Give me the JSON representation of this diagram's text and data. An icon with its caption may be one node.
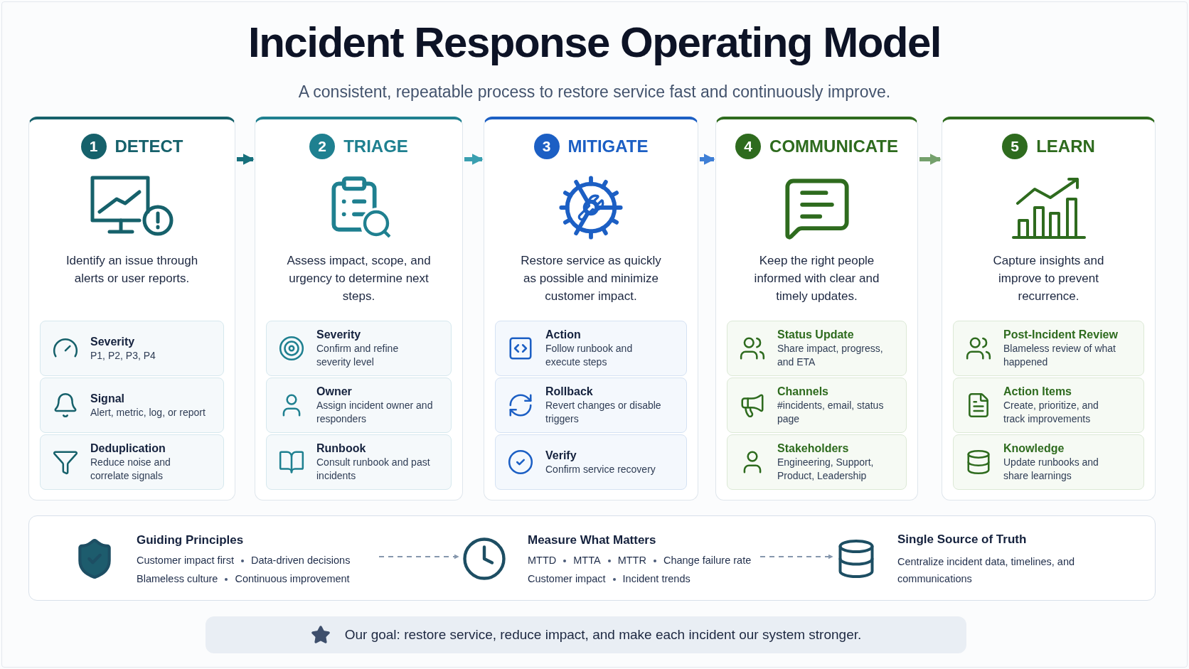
{
  "diagram": {
    "title": "Incident Response Operating Model",
    "caption": "A consistent, repeatable process to restore service fast and continuously improve.",
    "nodes": [
      {
        "text": [
          "1",
          "DETECT",
          "Identify an issue through alerts or user reports."
        ]
      },
      {
        "text": [
          "Severity",
          "P1, P2, P3, P4"
        ],
        "in": 0
      },
      {
        "text": [
          "Signal",
          "Alert, metric, log, or report"
        ],
        "in": 0
      },
      {
        "text": [
          "Deduplication",
          "Reduce noise and correlate signals"
        ],
        "in": 0
      },
      {
        "text": [
          "2",
          "TRIAGE",
          "Assess impact, scope, and urgency to determine next steps."
        ]
      },
      {
        "text": [
          "Severity",
          "Confirm and refine severity level"
        ],
        "in": 4
      },
      {
        "text": [
          "Owner",
          "Assign incident owner and responders"
        ],
        "in": 4
      },
      {
        "text": [
          "Runbook",
          "Consult runbook and past incidents"
        ],
        "in": 4
      },
      {
        "text": [
          "3",
          "MITIGATE",
          "Restore service as quickly as possible and minimize customer impact."
        ]
      },
      {
        "text": [
          "Action",
          "Follow runbook and execute steps"
        ],
        "in": 8
      },
      {
        "text": [
          "Rollback",
          "Revert changes or disable triggers"
        ],
        "in": 8
      },
      {
        "text": [
          "Verify",
          "Confirm service recovery"
        ],
        "in": 8
      },
      {
        "text": [
          "4",
          "COMMUNICATE",
          "Keep the right people informed with clear and timely updates."
        ]
      },
      {
        "text": [
          "Status Update",
          "Share impact, progress, and ETA"
        ],
        "in": 12
      },
      {
        "text": [
          "Channels",
          "#incidents, email, status page"
        ],
        "in": 12
      },
      {
        "text": [
          "Stakeholders",
          "Engineering, Support, Product, Leadership"
        ],
        "in": 12
      },
      {
        "text": [
          "5",
          "LEARN",
          "Capture insights and improve to prevent recurrence."
        ]
      },
      {
        "text": [
          "Post-Incident Review",
          "Blameless review of what happened"
        ],
        "in": 16
      },
      {
        "text": [
          "Action Items",
          "Create, prioritize, and track improvements"
        ],
        "in": 16
      },
      {
        "text": [
          "Knowledge",
          "Update runbooks and share learnings"
        ],
        "in": 16
      },
      {
        "text": [],
        "shape": "box"
      },
      {
        "text": [
          "Guiding Principles",
          "Customer impact first",
          "Data-driven decisions",
          "Blameless culture",
          "Continuous improvement"
        ],
        "in": 20
      },
      {
        "text": [
          "Measure What Matters",
          "MTTD",
          "MTTA",
          "MTTR",
          "Change failure rate",
          "Customer impact",
          "Incident trends"
        ],
        "in": 20
      },
      {
        "text": [
          "Single Source of Truth",
          "Centralize incident data, timelines, and communications"
        ],
        "in": 20
      },
      {
        "text": [
          "Our goal: restore service, reduce impact, and make each incident our system stronger."
        ]
      }
    ],
    "edges": [
      {
        "from": 0,
        "to": 4,
        "arrow": "to",
        "color": "#17707c"
      },
      {
        "from": 4,
        "to": 8,
        "arrow": "to",
        "color": "#3a9fb0"
      },
      {
        "from": 8,
        "to": 12,
        "arrow": "to",
        "color": "#3f7fd6"
      },
      {
        "from": 12,
        "to": 16,
        "arrow": "to",
        "color": "#74a06c"
      },
      {
        "from": 21,
        "to": 22,
        "arrow": "to",
        "style": "dashed"
      },
      {
        "from": 22,
        "to": 23,
        "arrow": "to",
        "style": "dashed"
      }
    ]
  }
}
